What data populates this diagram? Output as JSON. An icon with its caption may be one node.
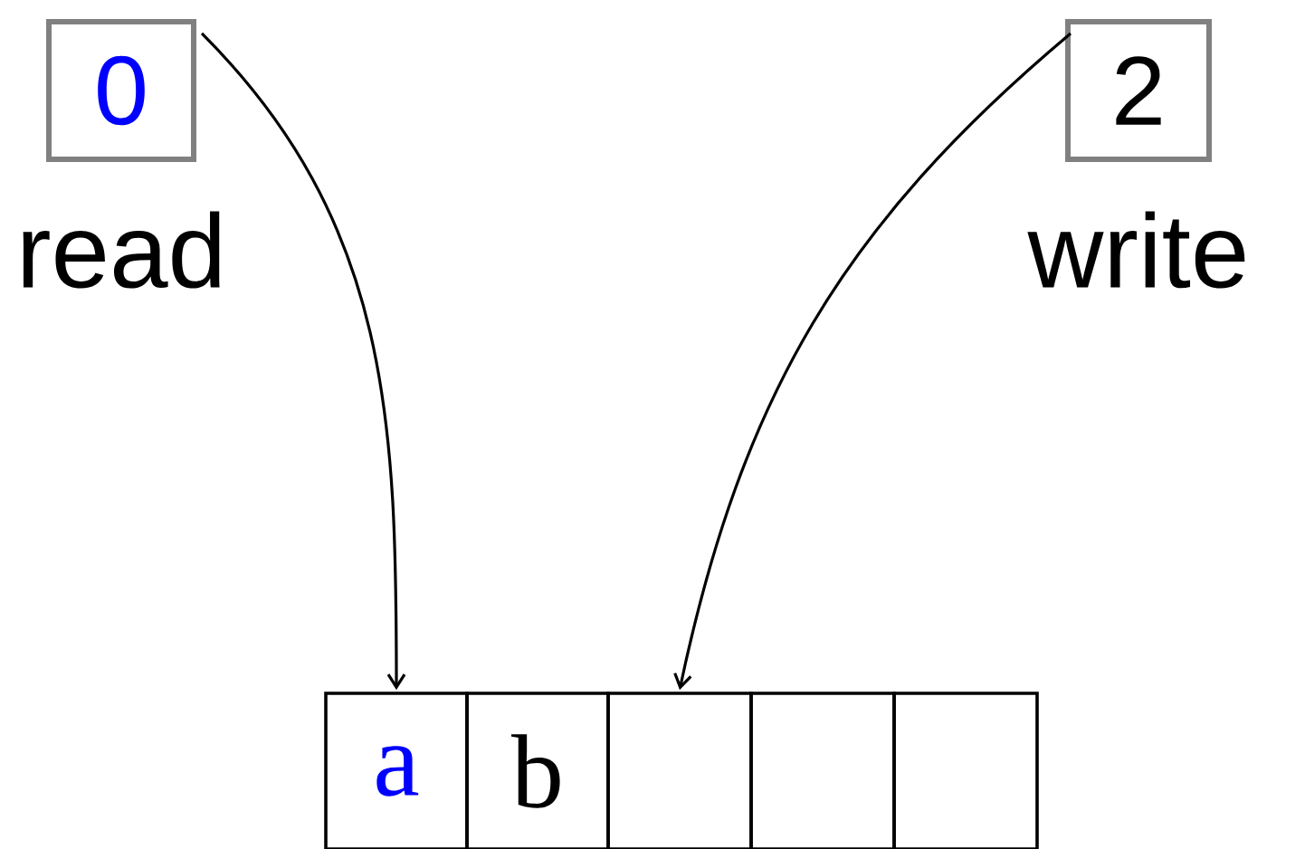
{
  "diagram": {
    "nodes": [
      {
        "text": [
          "0"
        ],
        "beside": [
          "read"
        ]
      },
      {
        "text": [
          "2"
        ],
        "beside": [
          "write"
        ]
      },
      {
        "text": [
          "a"
        ]
      },
      {
        "text": [
          "b"
        ]
      },
      {
        "text": [],
        "shape": "box"
      },
      {
        "text": [],
        "shape": "box"
      },
      {
        "text": [],
        "shape": "box"
      }
    ],
    "edges": [
      {
        "from": 0,
        "to": 2,
        "arrow": "to"
      },
      {
        "from": 1,
        "to": 4,
        "arrow": "to"
      }
    ]
  }
}
